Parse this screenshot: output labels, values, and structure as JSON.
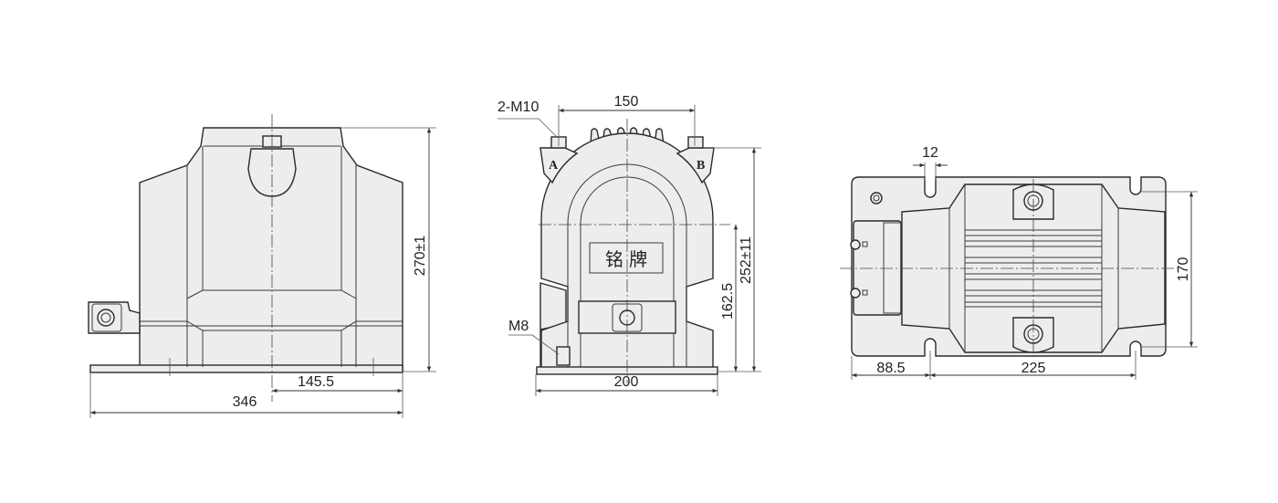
{
  "front_view": {
    "height_dim": "270±1",
    "half_width_dim": "145.5",
    "width_dim": "346"
  },
  "side_view": {
    "terminal_spacing_dim": "150",
    "terminal_callout": "2-M10",
    "ground_callout": "M8",
    "height_dim": "252±11",
    "center_height_dim": "162.5",
    "base_width_dim": "200",
    "nameplate_label": "铭 牌",
    "terminal_a": "A",
    "terminal_b": "B"
  },
  "top_view": {
    "slot_width_dim": "12",
    "mount_depth_dim": "170",
    "offset_dim": "88.5",
    "mount_spacing_dim": "225"
  },
  "colors": {
    "fill": "#ededed",
    "stroke": "#2b2b2b"
  }
}
